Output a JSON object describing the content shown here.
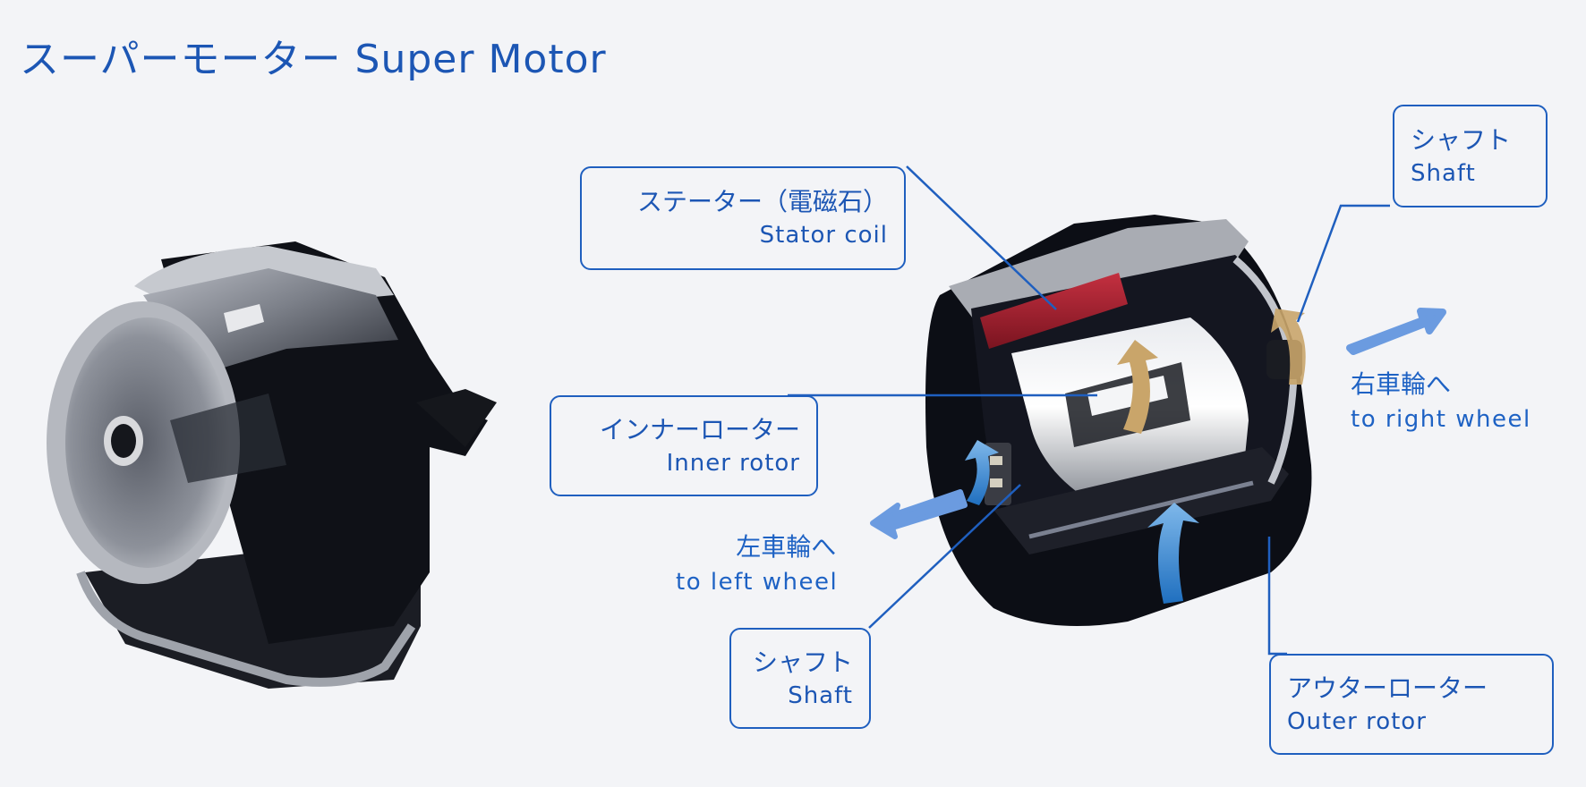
{
  "title": "スーパーモーター Super Motor",
  "colors": {
    "background": "#f3f4f7",
    "accent_text": "#1c56b4",
    "callout_border": "#1f5fbf",
    "stator_coil": "#a01f2c",
    "rotation_arrow_inner": "#c9a56a",
    "rotation_arrow_outer": "#3b8fd4",
    "direction_arrow": "#6b9be0",
    "motor_body": "#0d0f16"
  },
  "callouts": {
    "stator": {
      "jp": "ステーター（電磁石）",
      "en": "Stator coil"
    },
    "shaft_right": {
      "jp": "シャフト",
      "en": "Shaft"
    },
    "inner_rotor": {
      "jp": "インナーローター",
      "en": "Inner rotor"
    },
    "shaft_left": {
      "jp": "シャフト",
      "en": "Shaft"
    },
    "outer_rotor": {
      "jp": "アウターローター",
      "en": "Outer rotor"
    }
  },
  "direction_labels": {
    "right_wheel": {
      "jp": "右車輪へ",
      "en": "to right wheel"
    },
    "left_wheel": {
      "jp": "左車輪へ",
      "en": "to left wheel"
    }
  },
  "images": {
    "left": "motor-housing-exterior",
    "right": "motor-cutaway"
  }
}
